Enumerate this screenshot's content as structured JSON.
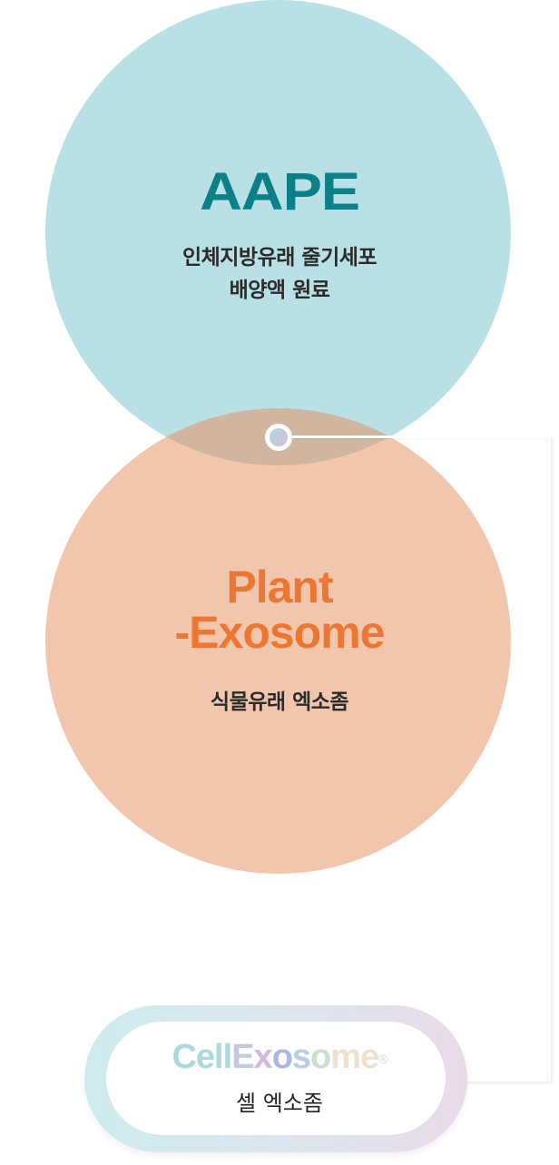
{
  "colors": {
    "aape_circle": "#b9e0e4",
    "plant_circle": "#f1c6ad",
    "overlap": "#d0b6a0",
    "aape_title": "#0b8088",
    "plant_title": "#ec7633",
    "text_dark": "#2b2b2b"
  },
  "aape": {
    "title": "AAPE",
    "subtitle_line1": "인체지방유래 줄기세포",
    "subtitle_line2": "배양액 원료"
  },
  "plant": {
    "title_line1": "Plant",
    "title_line2": "-Exosome",
    "subtitle": "식물유래 엑소좀"
  },
  "result": {
    "logo": {
      "part_cell": "Cell",
      "part_e": "E",
      "part_x": "x",
      "part_o1": "o",
      "part_s": "s",
      "part_o2": "o",
      "part_me": "me",
      "registered": "®"
    },
    "subtitle": "셀 엑소좀"
  }
}
